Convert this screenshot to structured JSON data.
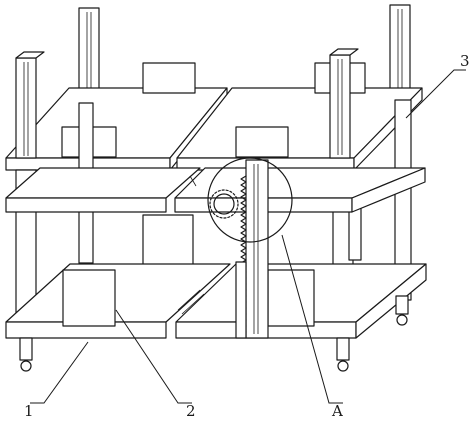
{
  "labels": {
    "frame": "1",
    "drive_unit": "2",
    "shelf_right": "3",
    "detail_a": "A"
  }
}
